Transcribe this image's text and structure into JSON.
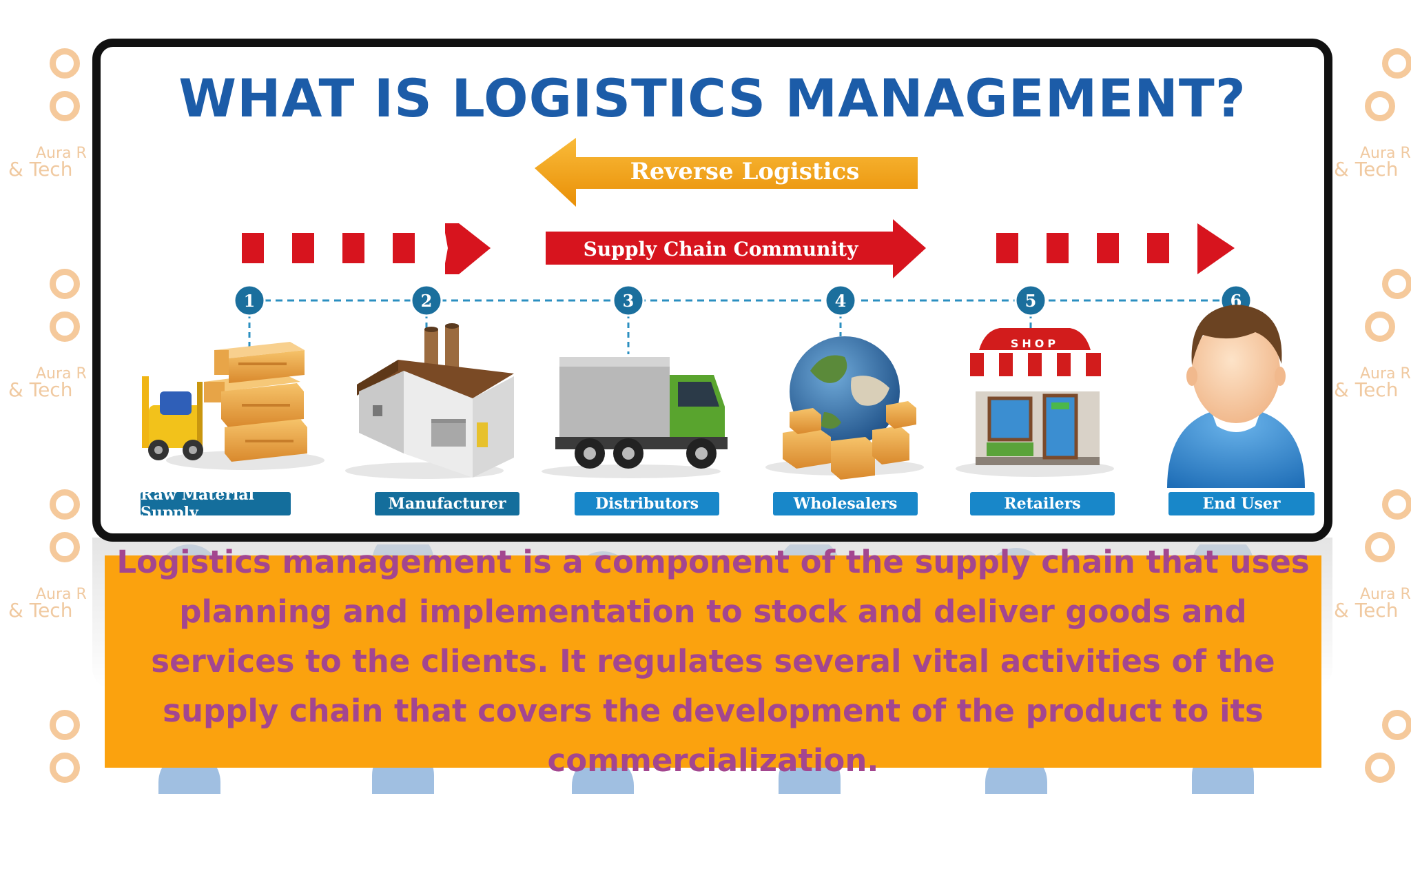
{
  "title": "WHAT IS LOGISTICS MANAGEMENT?",
  "watermark": {
    "line1": "Aura R",
    "line2": "& Tech"
  },
  "reverse_arrow_label": "Reverse Logistics",
  "community_arrow_label": "Supply Chain Community",
  "steps": [
    {
      "number": "1",
      "label": "Raw Material Supply",
      "icon": "forklift-boxes-icon"
    },
    {
      "number": "2",
      "label": "Manufacturer",
      "icon": "factory-icon"
    },
    {
      "number": "3",
      "label": "Distributors",
      "icon": "delivery-truck-icon"
    },
    {
      "number": "4",
      "label": "Wholesalers",
      "icon": "globe-boxes-icon"
    },
    {
      "number": "5",
      "label": "Retailers",
      "icon": "shop-icon"
    },
    {
      "number": "6",
      "label": "End User",
      "icon": "person-icon"
    }
  ],
  "shop_sign": "SHOP",
  "description": "Logistics management is a component of the supply chain that uses planning and implementation to stock and deliver goods and services to the clients. It regulates several vital activities of the supply chain that covers the development of the product to its commercialization.",
  "colors": {
    "title": "#1c5ca8",
    "reverse_arrow": "#f4a20f",
    "flow_arrow": "#d7141e",
    "step_circle": "#1b6f9d",
    "label_box": "#1887c9",
    "description_bg": "#fba20e",
    "description_text": "#a3468f",
    "watermark": "#f0c9a0"
  }
}
